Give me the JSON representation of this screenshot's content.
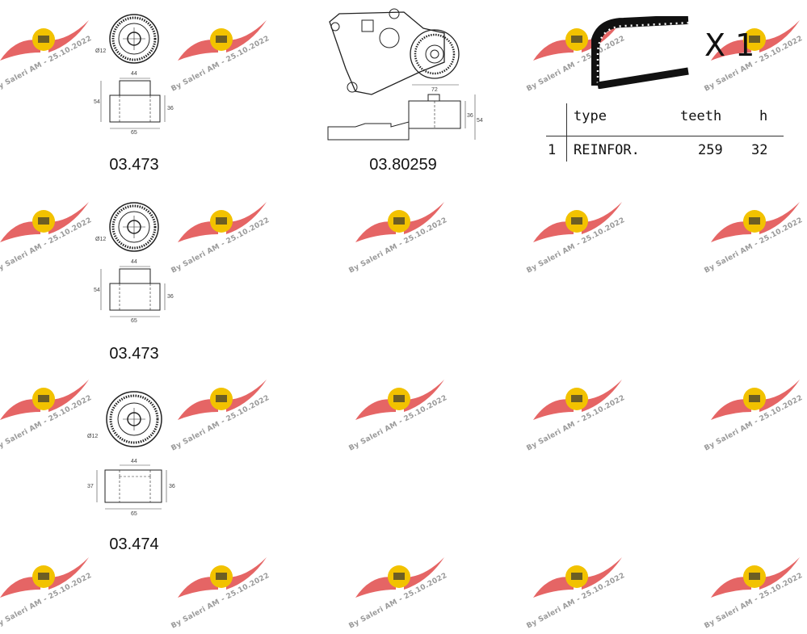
{
  "watermark": {
    "text": "By Saleri AM - 25.10.2022",
    "color": "#e14a4a"
  },
  "parts": [
    {
      "code": "03.473",
      "dims": {
        "dia": "Ø12",
        "width_top": "44",
        "height_total": "54",
        "height_body": "36",
        "width_base": "65"
      }
    },
    {
      "code": "03.80259",
      "dims": {
        "width_top": "72",
        "height_body": "36",
        "height_total": "54"
      }
    },
    {
      "code": "03.473",
      "dims": {
        "dia": "Ø12",
        "width_top": "44",
        "height_total": "54",
        "height_body": "36",
        "width_base": "65"
      }
    },
    {
      "code": "03.474",
      "dims": {
        "dia": "Ø12",
        "width_top": "44",
        "height_total": "37",
        "height_body": "36",
        "width_base": "65"
      }
    }
  ],
  "belt": {
    "quantity": "X 1",
    "table": {
      "headers": [
        "type",
        "teeth",
        "h"
      ],
      "rows": [
        {
          "index": "1",
          "type": "REINFOR.",
          "teeth": "259",
          "h": "32"
        }
      ]
    }
  }
}
